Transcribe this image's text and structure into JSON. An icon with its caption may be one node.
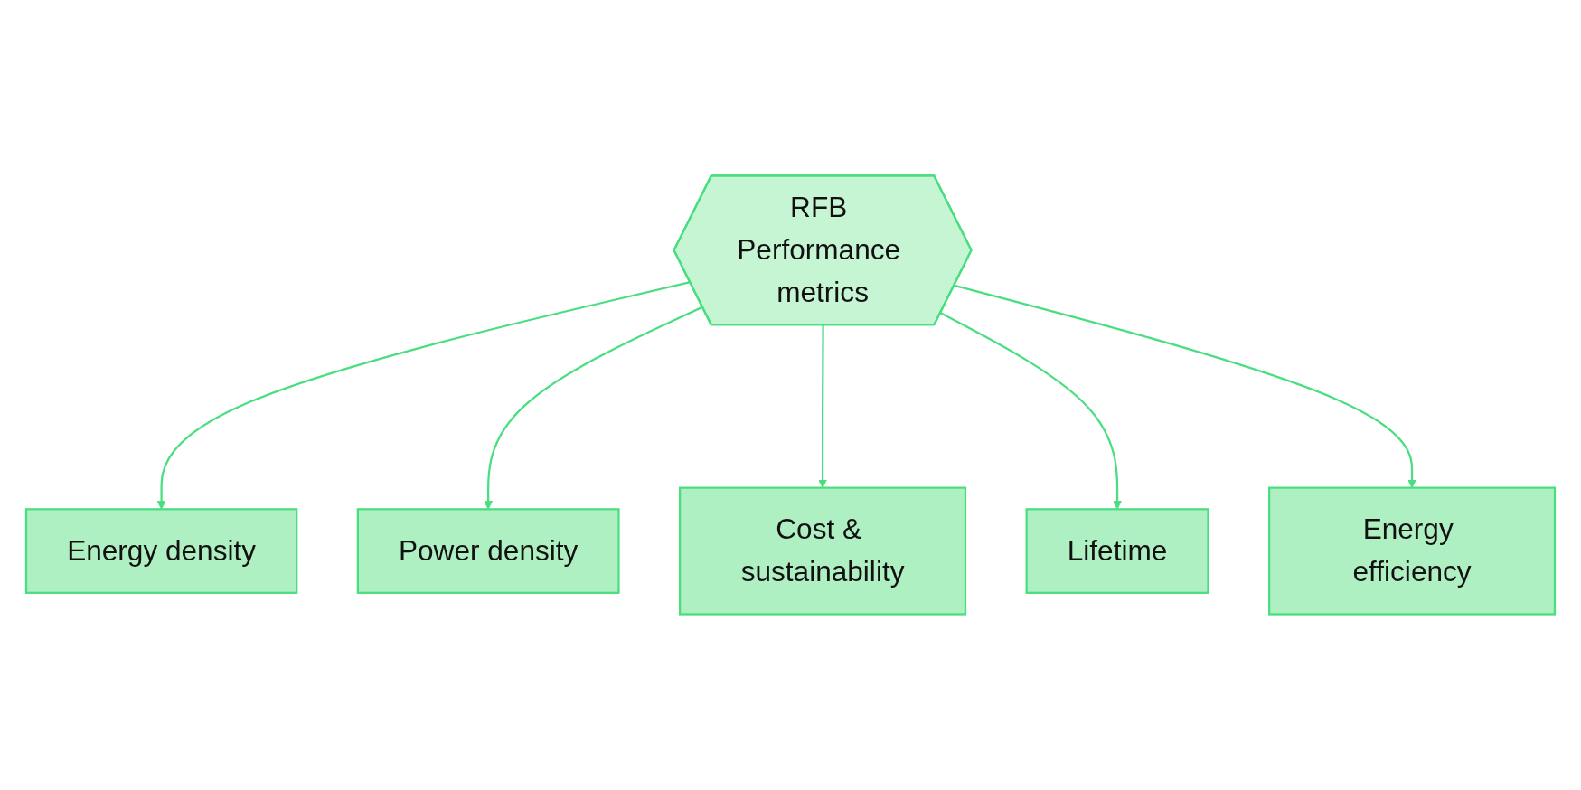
{
  "diagram": {
    "nodes": [
      {
        "text": [
          "Energy density"
        ]
      },
      {
        "text": [
          "Energy efficiency"
        ]
      },
      {
        "text": [
          "RFB Performance metrics"
        ]
      },
      {
        "text": [
          "Power density"
        ]
      },
      {
        "text": [
          "Lifetime"
        ]
      },
      {
        "text": [
          "Cost & sustainability"
        ]
      }
    ],
    "edges": [
      {
        "from": 2,
        "to": 0,
        "arrow": "to"
      },
      {
        "from": 2,
        "to": 3,
        "arrow": "to"
      },
      {
        "from": 2,
        "to": 5,
        "arrow": "to"
      },
      {
        "from": 2,
        "to": 4,
        "arrow": "to"
      },
      {
        "from": 2,
        "to": 1,
        "arrow": "to"
      }
    ]
  }
}
